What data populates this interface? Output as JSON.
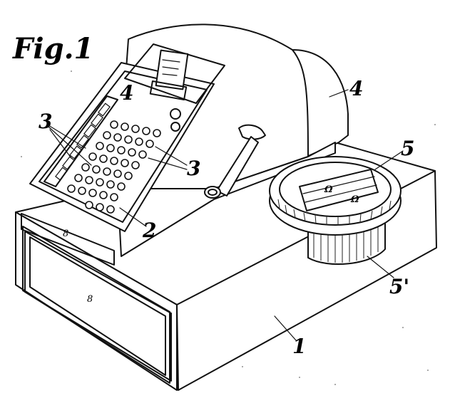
{
  "figure": {
    "title": "Fig.1"
  },
  "reference_numerals": {
    "casing_top": "4",
    "tray_top": "5",
    "tray_bottom": "5'",
    "base": "1",
    "keyboard": "2",
    "keys_left": "3",
    "keys_right": "3",
    "key_small": "4",
    "drawer_small": "8",
    "drawer_main": "8"
  },
  "colors": {
    "ink": "#111111",
    "paper": "#ffffff"
  }
}
